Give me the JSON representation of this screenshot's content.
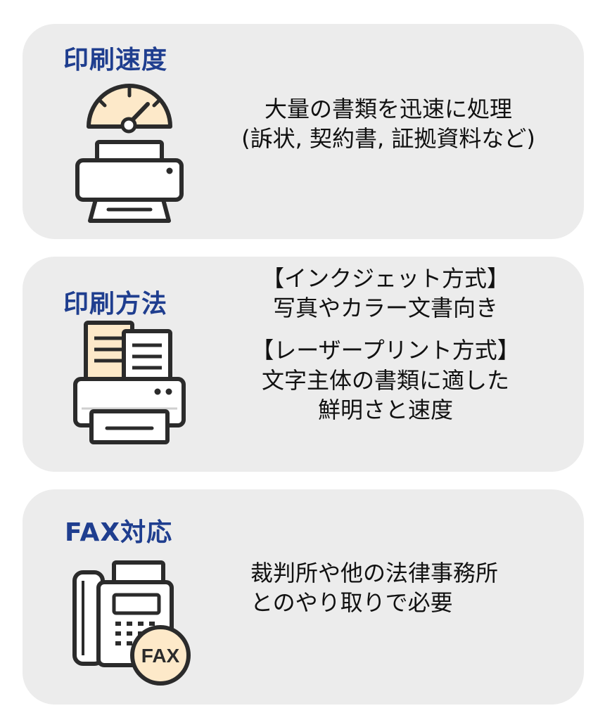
{
  "sections": [
    {
      "title": "印刷速度",
      "icon": "speed-printer-icon",
      "lines": [
        "大量の書類を迅速に処理",
        "(訴状, 契約書, 証拠資料など)"
      ]
    },
    {
      "title": "印刷方法",
      "icon": "printer-with-documents-icon",
      "lines": [
        "【インクジェット方式】",
        "写真やカラー文書向き",
        "【レーザープリント方式】",
        "文字主体の書類に適した",
        "鮮明さと速度"
      ]
    },
    {
      "title": "FAX対応",
      "icon": "fax-machine-icon",
      "badge": "FAX",
      "lines": [
        "裁判所や他の法律事務所",
        "とのやり取りで必要"
      ]
    }
  ],
  "colors": {
    "title": "#1f3e8f",
    "card_background": "#ececec",
    "icon_accent": "#fde9c9",
    "icon_outline": "#2b2b2b"
  }
}
